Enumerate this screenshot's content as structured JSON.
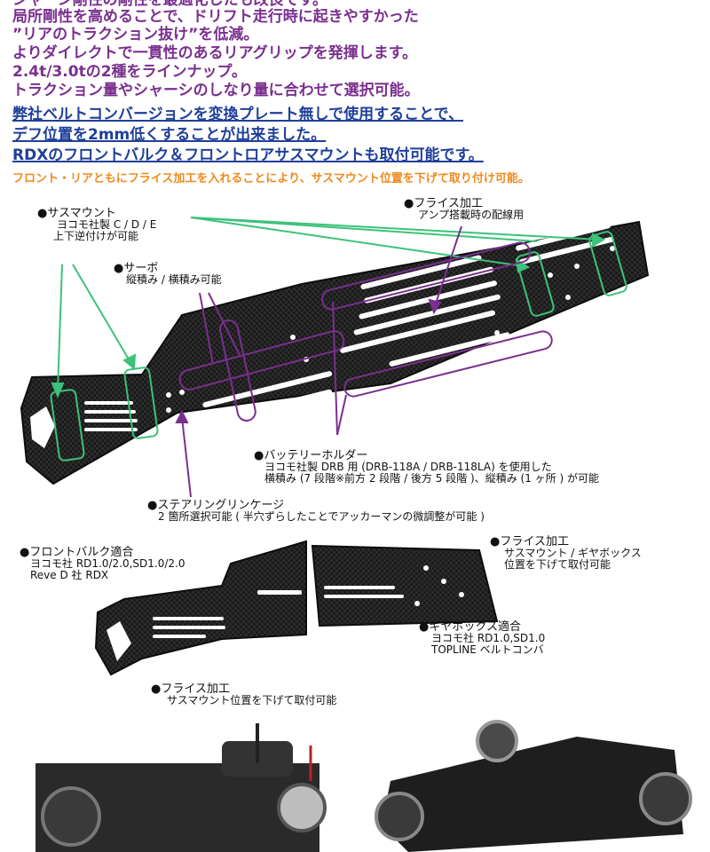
{
  "headlines": {
    "cut": "シャーシ剛性の剛性を最適化したも改良です。",
    "l1": "局所剛性を高めることで、ドリフト走行時に起きやすかった",
    "l2": "”リアのトラクション抜け”を低減。",
    "l3": "よりダイレクトで一貫性のあるリアグリップを発揮します。",
    "l4": "2.4t/3.0tの2種をラインナップ。",
    "l5": "トラクション量やシャーシのしなり量に合わせて選択可能。",
    "b1": "弊社ベルトコンバージョンを変換プレート無しで使用することで、",
    "b2": "デフ位置を2mm低くすることが出来ました。",
    "b3": "RDXのフロントバルク＆フロントロアサスマウントも取付可能です。",
    "orange": "フロント・リアともにフライス加工を入れることにより、サスマウント位置を下げて取り付け可能。"
  },
  "notes": {
    "sus_title": "●サスマウント",
    "sus_1": "ヨコモ社製 C / D / E",
    "sus_2": "上下逆付けが可能",
    "servo_title": "●サーボ",
    "servo_1": "縦積み / 横積み可能",
    "mill_title": "●フライス加工",
    "mill_1": "アンプ搭載時の配線用",
    "batt_title": "●バッテリーホルダー",
    "batt_1": "ヨコモ社製 DRB 用 (DRB-118A / DRB-118LA) を使用した",
    "batt_2": "横積み (7 段階※前方 2 段階 / 後方 5 段階 )、縦積み (1 ヶ所 ) が可能",
    "steer_title": "●ステアリングリンケージ",
    "steer_1": "2 箇所選択可能 ( 半穴ずらしたことでアッカーマンの微調整が可能 )",
    "fb_title": "●フロントバルク適合",
    "fb_1": "ヨコモ社 RD1.0/2.0,SD1.0/2.0",
    "fb_2": "Reve D 社 RDX",
    "m2_title": "●フライス加工",
    "m2_1": "サスマウント / ギヤボックス",
    "m2_2": "位置を下げて取付可能",
    "gb_title": "●ギヤボックス適合",
    "gb_1": "ヨコモ社 RD1.0,SD1.0",
    "gb_2": "TOPLINE ベルトコンバ",
    "m3_title": "●フライス加工",
    "m3_1": "サスマウント位置を下げて取付可能"
  },
  "colors": {
    "purple": "#7a2f8f",
    "blue": "#1f3f9a",
    "orange": "#f08a1c",
    "green": "#3cc27a",
    "callout": "#7a2f8f",
    "carbon": "#1b1b1b"
  }
}
